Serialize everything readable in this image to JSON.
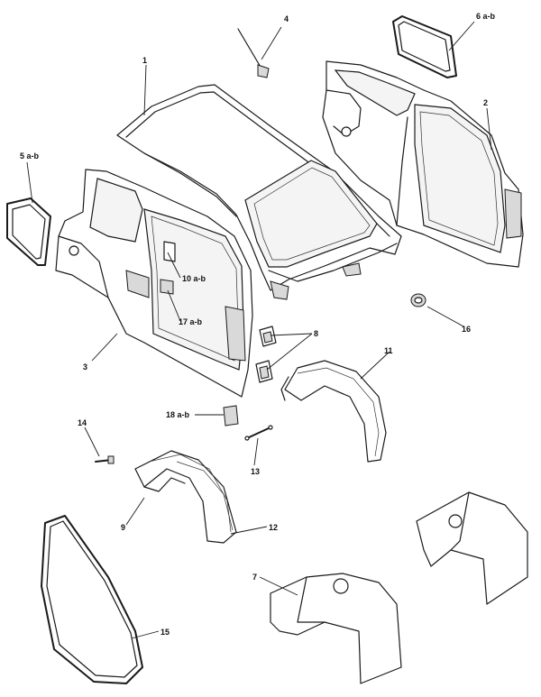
{
  "callouts": [
    {
      "id": "c1",
      "text": "1"
    },
    {
      "id": "c2",
      "text": "2"
    },
    {
      "id": "c3",
      "text": "3"
    },
    {
      "id": "c4",
      "text": "4"
    },
    {
      "id": "c5",
      "text": "5 a-b"
    },
    {
      "id": "c6",
      "text": "6 a-b"
    },
    {
      "id": "c7",
      "text": "7"
    },
    {
      "id": "c8",
      "text": "8"
    },
    {
      "id": "c9",
      "text": "9"
    },
    {
      "id": "c10",
      "text": "10 a-b"
    },
    {
      "id": "c11",
      "text": "11"
    },
    {
      "id": "c12",
      "text": "12"
    },
    {
      "id": "c13",
      "text": "13"
    },
    {
      "id": "c14",
      "text": "14"
    },
    {
      "id": "c15",
      "text": "15"
    },
    {
      "id": "c16",
      "text": "16"
    },
    {
      "id": "c17",
      "text": "17 a-b"
    },
    {
      "id": "c18",
      "text": "18 a-b"
    }
  ]
}
